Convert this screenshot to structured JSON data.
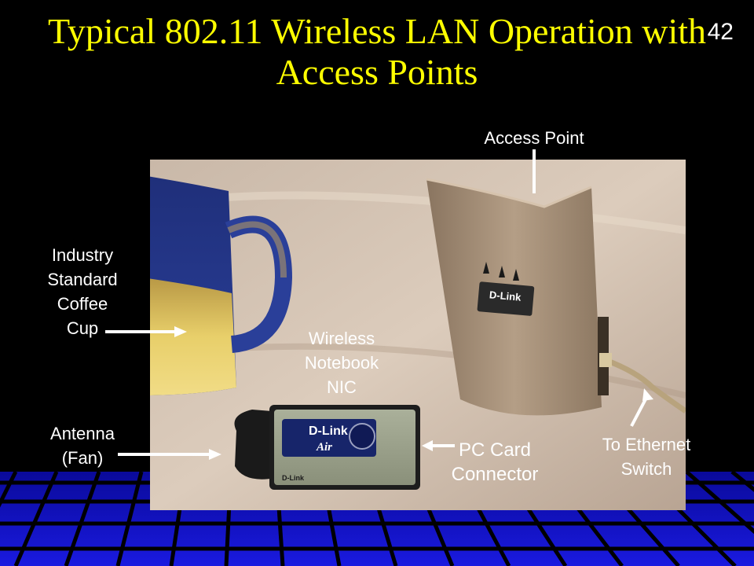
{
  "slide": {
    "title": "Typical 802.11 Wireless LAN Operation with Access Points",
    "number": "42",
    "bg_color": "#000000",
    "title_color": "#ffff00",
    "floor_color": "#1010c8"
  },
  "labels": {
    "access_point": "Access Point",
    "coffee_cup": "Industry\nStandard\nCoffee\nCup",
    "wireless_nic": "Wireless\nNotebook\nNIC",
    "antenna": "Antenna\n(Fan)",
    "pc_card_connector": "PC Card\nConnector",
    "ethernet_switch": "To Ethernet\nSwitch"
  },
  "photo": {
    "nic_brand": "D-Link",
    "nic_sub": "Air",
    "ap_brand": "D-Link"
  }
}
